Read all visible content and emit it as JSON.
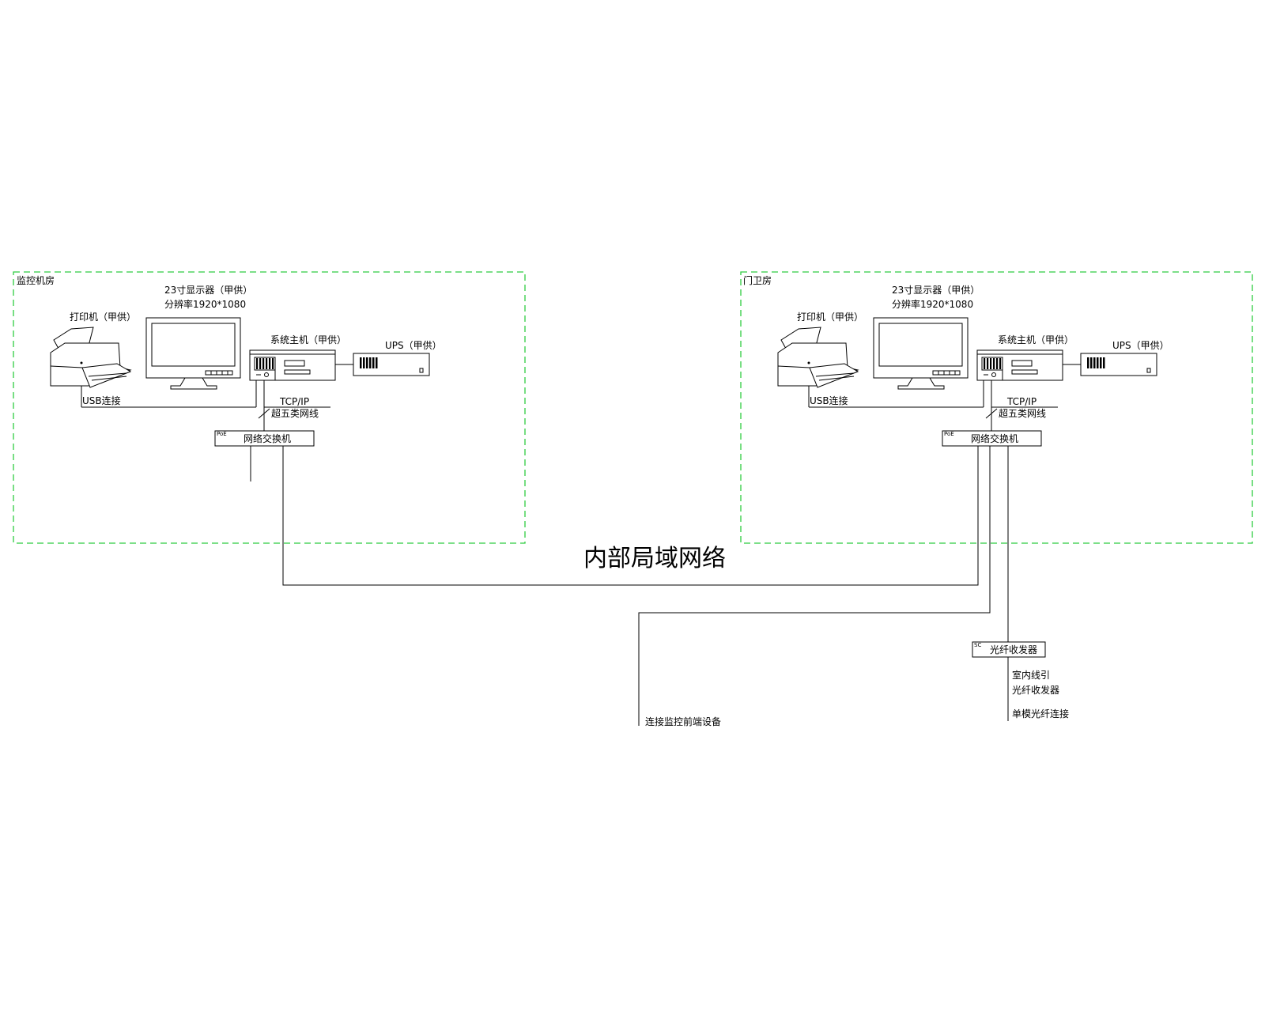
{
  "diagram": {
    "network_label": "内部局域网络",
    "left_zone": {
      "title": "监控机房",
      "printer": "打印机（甲供）",
      "monitor_name": "23寸显示器（甲供）",
      "monitor_resolution": "分辨率1920*1080",
      "host": "系统主机（甲供）",
      "ups": "UPS（甲供）",
      "usb": "USB连接",
      "protocol": "TCP/IP",
      "cable": "超五类网线",
      "switch_tag": "PoE",
      "switch": "网络交换机"
    },
    "right_zone": {
      "title": "门卫房",
      "printer": "打印机（甲供）",
      "monitor_name": "23寸显示器（甲供）",
      "monitor_resolution": "分辨率1920*1080",
      "host": "系统主机（甲供）",
      "ups": "UPS（甲供）",
      "usb": "USB连接",
      "protocol": "TCP/IP",
      "cable": "超五类网线",
      "switch_tag": "PoE",
      "switch": "网络交换机"
    },
    "transceiver": {
      "tag": "SC",
      "label": "光纤收发器",
      "note_line1": "室内线引",
      "note_line2": "光纤收发器",
      "note_line3": "单模光纤连接"
    },
    "downstream_left": "连接监控前端设备"
  }
}
